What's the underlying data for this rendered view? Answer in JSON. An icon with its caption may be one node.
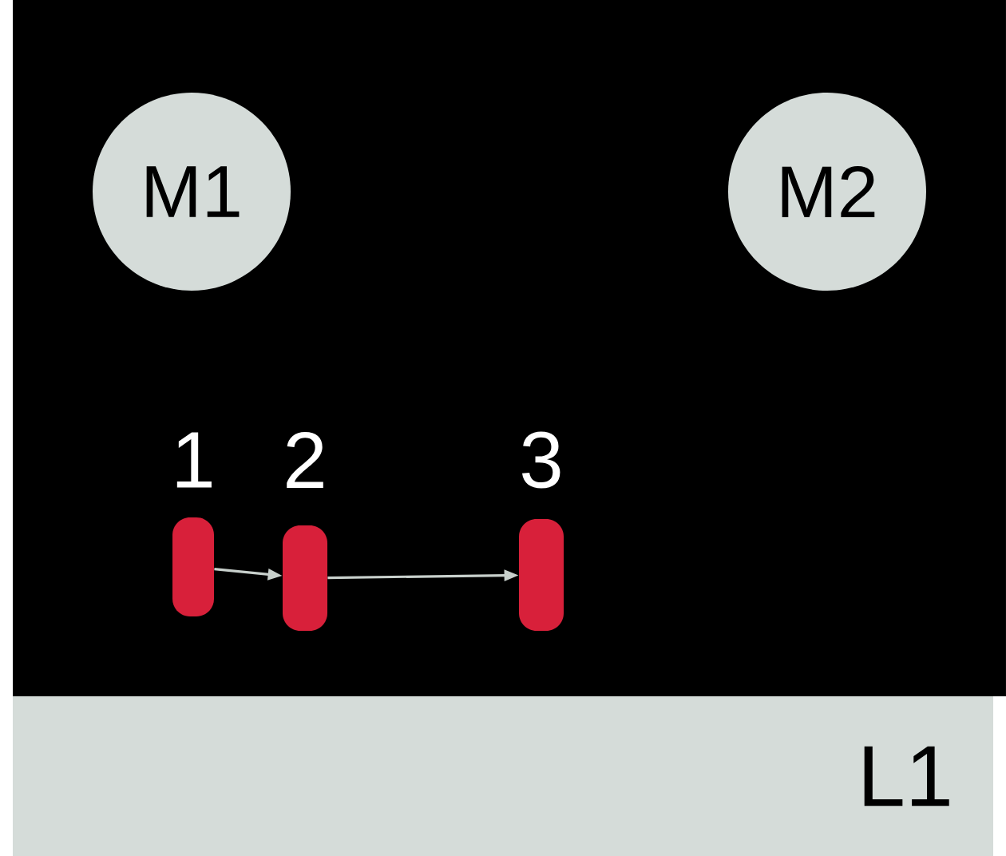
{
  "diagram": {
    "nodes": [
      {
        "text": [
          "M1"
        ]
      },
      {
        "text": [
          "M2"
        ]
      },
      {
        "text": [
          "L1"
        ]
      },
      {
        "text": [],
        "shape": "bar",
        "beside": [
          "1"
        ]
      },
      {
        "text": [],
        "shape": "bar",
        "beside": [
          "2"
        ]
      },
      {
        "text": [],
        "shape": "bar",
        "beside": [
          "3"
        ]
      }
    ],
    "edges": [
      {
        "from": 3,
        "to": 4,
        "arrow": "to"
      },
      {
        "from": 4,
        "to": 5,
        "arrow": "to"
      }
    ]
  }
}
